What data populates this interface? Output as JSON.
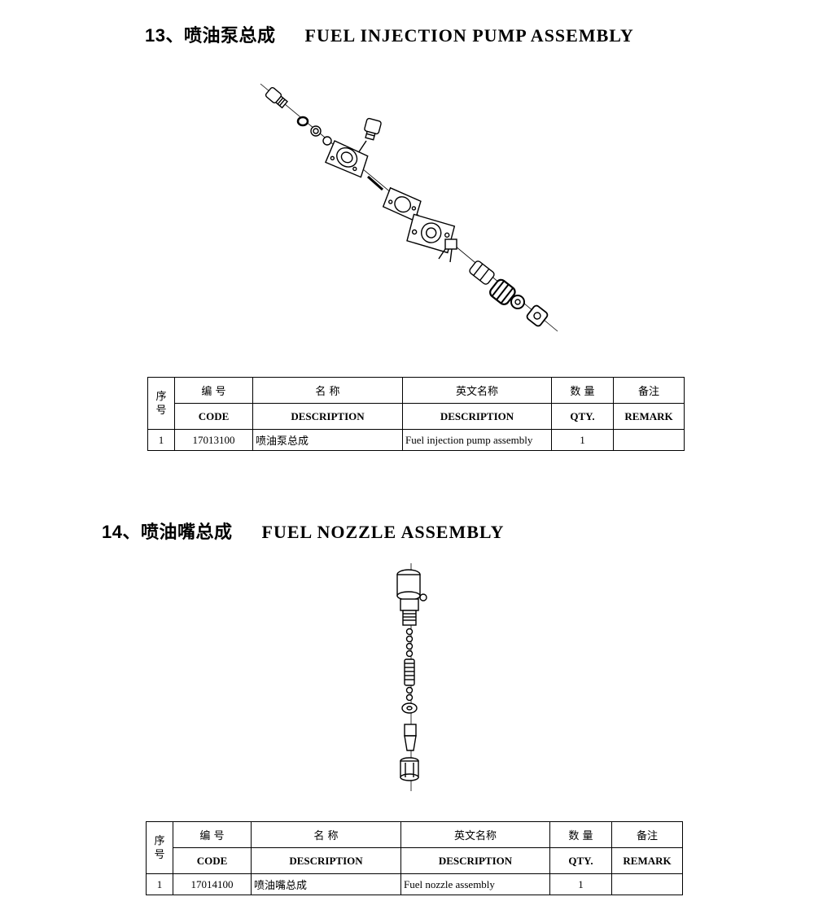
{
  "sections": [
    {
      "number": "13、",
      "title_cn": "喷油泵总成",
      "title_en": "FUEL INJECTION PUMP ASSEMBLY",
      "header": {
        "seq": "序号",
        "code_cn": "编 号",
        "name_cn": "名 称",
        "desc_en_cn": "英文名称",
        "qty_cn": "数 量",
        "remark_cn": "备注",
        "code": "CODE",
        "name_desc": "DESCRIPTION",
        "desc_en": "DESCRIPTION",
        "qty": "QTY.",
        "remark": "REMARK"
      },
      "rows": [
        {
          "seq": "1",
          "code": "17013100",
          "name": "喷油泵总成",
          "description": "Fuel injection pump assembly",
          "qty": "1",
          "remark": ""
        }
      ]
    },
    {
      "number": "14、",
      "title_cn": "喷油嘴总成",
      "title_en": "FUEL NOZZLE ASSEMBLY",
      "header": {
        "seq": "序号",
        "code_cn": "编 号",
        "name_cn": "名 称",
        "desc_en_cn": "英文名称",
        "qty_cn": "数 量",
        "remark_cn": "备注",
        "code": "CODE",
        "name_desc": "DESCRIPTION",
        "desc_en": "DESCRIPTION",
        "qty": "QTY.",
        "remark": "REMARK"
      },
      "rows": [
        {
          "seq": "1",
          "code": "17014100",
          "name": "喷油嘴总成",
          "description": "Fuel nozzle assembly",
          "qty": "1",
          "remark": ""
        }
      ]
    }
  ]
}
